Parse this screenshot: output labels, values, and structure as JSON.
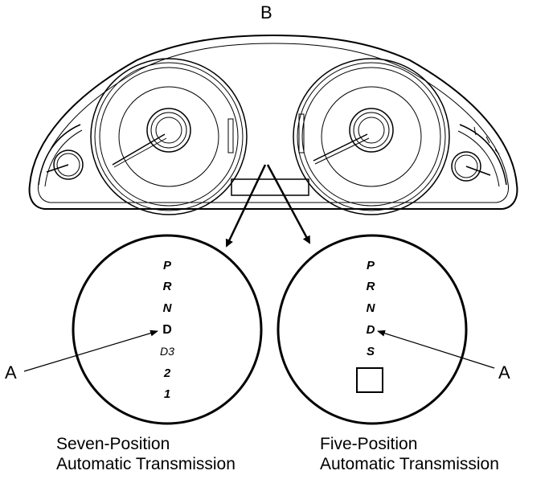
{
  "labels": {
    "b": "B",
    "a_left": "A",
    "a_right": "A"
  },
  "seven": {
    "gears": [
      "P",
      "R",
      "N",
      "D",
      "D3",
      "2",
      "1"
    ],
    "caption_line1": "Seven-Position",
    "caption_line2": "Automatic Transmission"
  },
  "five": {
    "gears": [
      "P",
      "R",
      "N",
      "D",
      "S"
    ],
    "caption_line1": "Five-Position",
    "caption_line2": "Automatic Transmission"
  },
  "colors": {
    "ink": "#000000",
    "background": "#ffffff"
  }
}
